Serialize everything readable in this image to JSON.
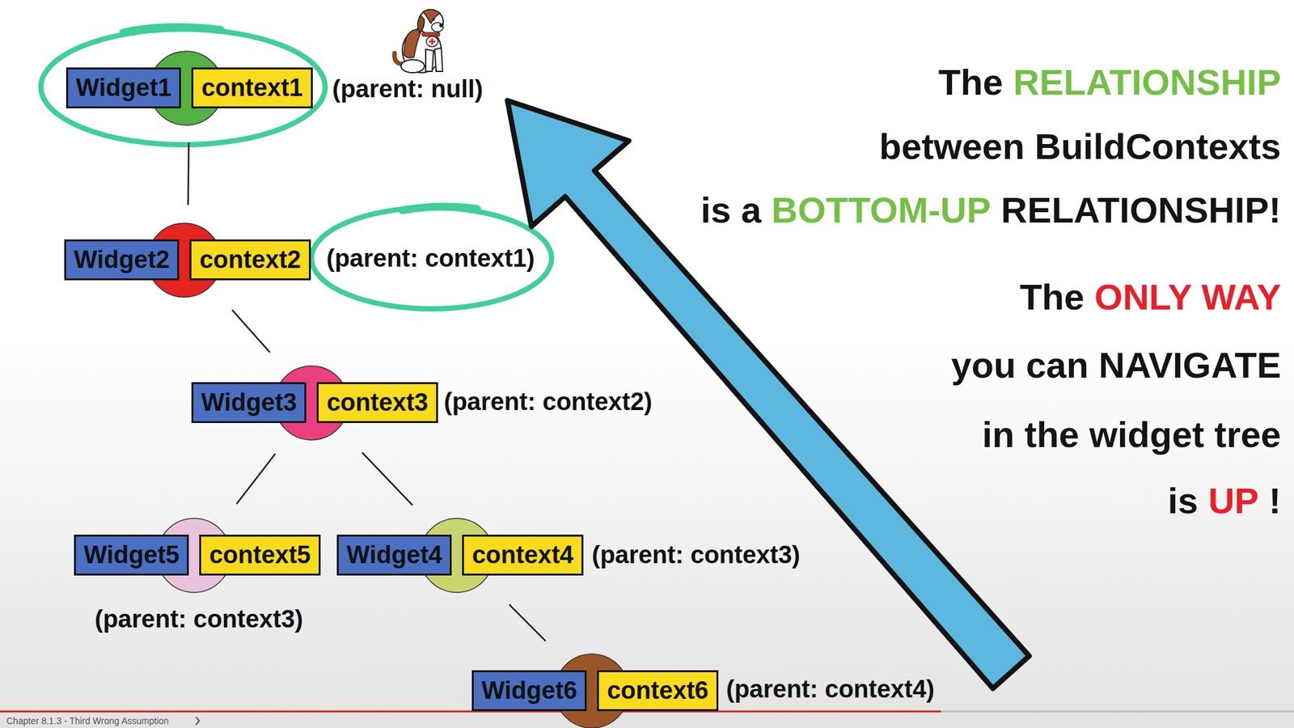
{
  "diagram": {
    "nodes": [
      {
        "text": [
          "Widget1",
          "context1"
        ]
      },
      {
        "text": [
          "Widget2",
          "context2"
        ]
      },
      {
        "text": [
          "Widget3",
          "context3"
        ]
      },
      {
        "text": [
          "Widget5",
          "context5"
        ]
      },
      {
        "text": [
          "Widget4",
          "context4"
        ]
      },
      {
        "text": [
          "Widget6",
          "context6"
        ]
      }
    ],
    "edges": [
      {
        "from": 0,
        "to": 1,
        "arrow": "none"
      },
      {
        "from": 1,
        "to": 2,
        "arrow": "none"
      },
      {
        "from": 2,
        "to": 3,
        "arrow": "none"
      },
      {
        "from": 2,
        "to": 4,
        "arrow": "none"
      },
      {
        "from": 4,
        "to": 5,
        "arrow": "none"
      }
    ],
    "labels": [
      "(parent: null)",
      "(parent: context1)",
      "(parent: context2)",
      "(parent: context3)",
      "(parent: context3)",
      "(parent: context4)",
      "The",
      "RELATIONSHIP",
      "between BuildContexts",
      "is a",
      "BOTTOM-UP",
      "RELATIONSHIP!",
      "The",
      "ONLY WAY",
      "you can NAVIGATE",
      "in the widget tree",
      "is",
      "UP",
      "!",
      "Chapter 8.1.3 - Third Wrong Assumption"
    ]
  }
}
